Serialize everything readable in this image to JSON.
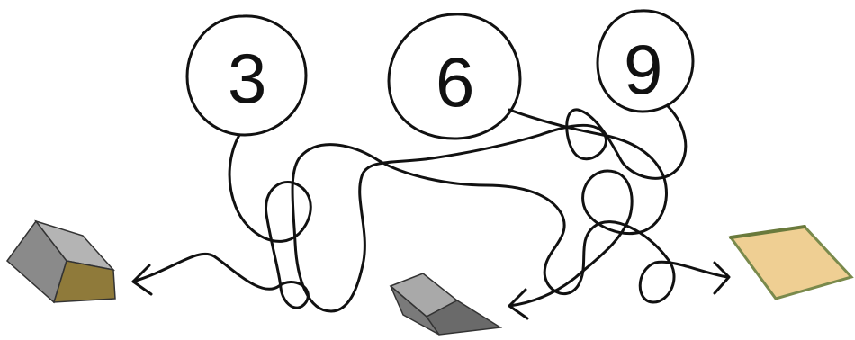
{
  "bubbles": [
    {
      "id": "three",
      "label": "3"
    },
    {
      "id": "six",
      "label": "6"
    },
    {
      "id": "nine",
      "label": "9"
    }
  ],
  "objects": [
    {
      "id": "triangular-prism",
      "colors": {
        "side": "#8a8a8a",
        "top": "#b4b4b4",
        "end": "#8f7a3a"
      }
    },
    {
      "id": "trapezoid-prism",
      "colors": {
        "side": "#7a7a7a",
        "top": "#a9a9a9",
        "end": "#6a6a6a"
      }
    },
    {
      "id": "flat-quadrilateral",
      "colors": {
        "face": "#efcf93",
        "edge": "#7a8a4c"
      }
    }
  ]
}
